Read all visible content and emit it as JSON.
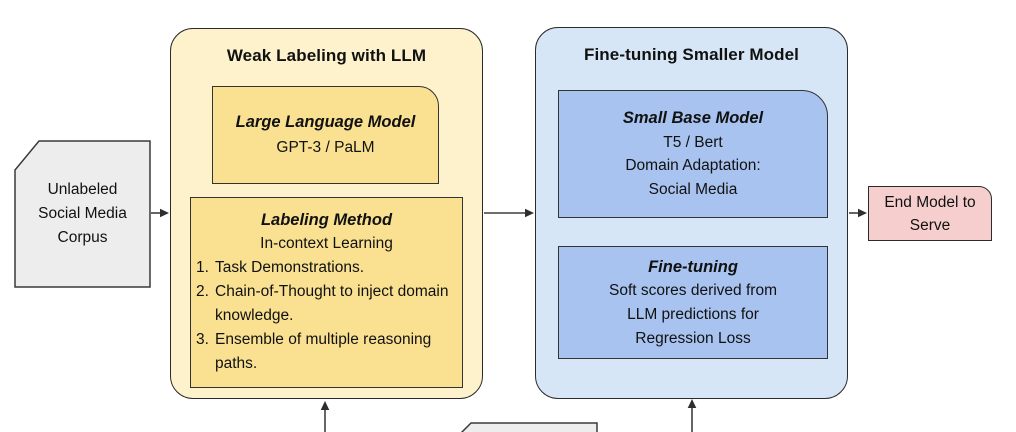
{
  "colors": {
    "background": "#ffffff",
    "weak_container_fill": "#fdf2cc",
    "weak_inner_fill": "#f9e191",
    "ft_container_fill": "#d7e6f6",
    "ft_inner_fill": "#a8c3ef",
    "end_box_fill": "#f5cecd",
    "doc_fill": "#ededed",
    "border": "#2b2b2b",
    "arrow": "#3f3f3f"
  },
  "input_doc": {
    "line1": "Unlabeled",
    "line2": "Social Media",
    "line3": "Corpus"
  },
  "weak_labeling": {
    "title": "Weak Labeling with LLM",
    "llm_box": {
      "title": "Large Language Model",
      "subtitle": "GPT-3 / PaLM"
    },
    "labeling_method": {
      "title": "Labeling Method",
      "subtitle": "In-context Learning",
      "items": [
        {
          "num": "1.",
          "text": "Task Demonstrations."
        },
        {
          "num": "2.",
          "text": "Chain-of-Thought to inject domain knowledge."
        },
        {
          "num": "3.",
          "text": "Ensemble of multiple reasoning paths."
        }
      ]
    }
  },
  "fine_tuning": {
    "title": "Fine-tuning Smaller Model",
    "base_model_box": {
      "title": "Small Base Model",
      "line1": "T5 / Bert",
      "line2": "Domain Adaptation:",
      "line3": "Social Media"
    },
    "fine_tuning_box": {
      "title": "Fine-tuning",
      "line1": "Soft scores derived from",
      "line2": "LLM predictions for",
      "line3": "Regression Loss"
    }
  },
  "end_model": {
    "line1": "End Model to",
    "line2": "Serve"
  }
}
